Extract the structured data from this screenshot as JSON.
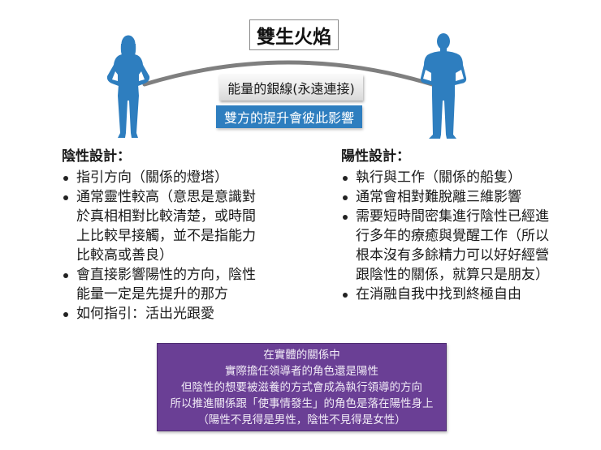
{
  "title": "雙生火焰",
  "connection": {
    "silver_line_label": "能量的銀線(永遠連接)",
    "mutual_influence_label": "雙方的提升會彼此影響"
  },
  "figures": {
    "left": "female-silhouette-icon",
    "right": "male-silhouette-icon"
  },
  "colors": {
    "figure": "#2e7ebf",
    "arc": "#7f7f7f",
    "blue_box": "#2e7ebf",
    "purple_box": "#6a3f95"
  },
  "yin": {
    "heading": "陰性設計：",
    "items": [
      {
        "lines": [
          "指引方向（關係的燈塔）"
        ]
      },
      {
        "lines": [
          "通常靈性較高（意思是意識對",
          "於真相相對比較清楚，或時間",
          "上比較早接觸，並不是指能力",
          "比較高或善良）"
        ]
      },
      {
        "lines": [
          "會直接影響陽性的方向，陰性",
          "能量一定是先提升的那方"
        ]
      },
      {
        "lines": [
          "如何指引：活出光跟愛"
        ]
      }
    ]
  },
  "yang": {
    "heading": "陽性設計：",
    "items": [
      {
        "lines": [
          "執行與工作（關係的船隻）"
        ]
      },
      {
        "lines": [
          "通常會相對難脫離三維影響"
        ]
      },
      {
        "lines": [
          "需要短時間密集進行陰性已經進",
          "行多年的療癒與覺醒工作（所以",
          "根本沒有多餘精力可以好好經營",
          "跟陰性的關係，就算只是朋友）"
        ]
      },
      {
        "lines": [
          "在消融自我中找到終極自由"
        ]
      }
    ]
  },
  "note": {
    "lines": [
      "在實體的關係中",
      "實際擔任領導者的角色還是陽性",
      "但陰性的想要被滋養的方式會成為執行領導的方向",
      "所以推進關係跟「使事情發生」的角色是落在陽性身上",
      "（陽性不見得是男性，陰性不見得是女性）"
    ]
  }
}
